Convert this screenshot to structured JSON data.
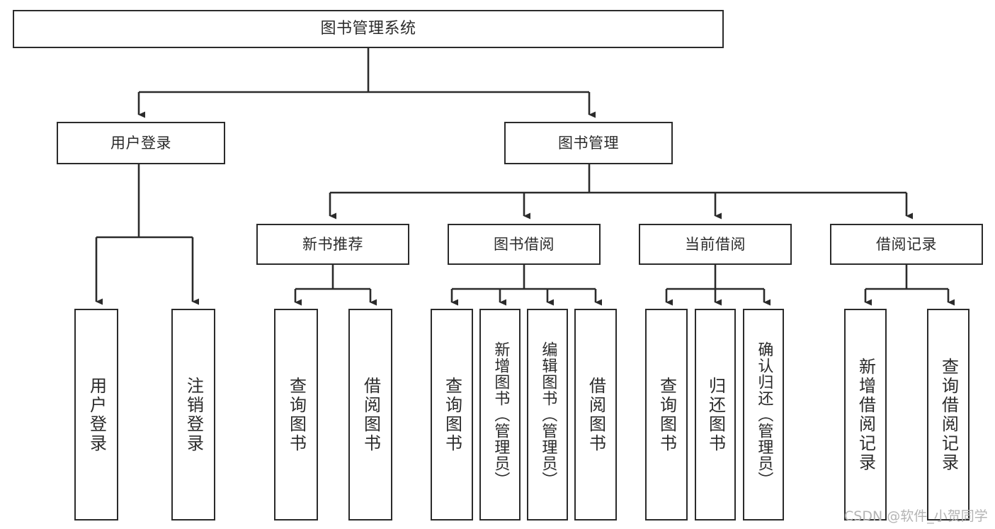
{
  "diagram": {
    "title": "图书管理系统",
    "type": "tree-hierarchy",
    "watermark": "CSDN @软件_小贺同学",
    "colors": {
      "stroke": "#2b2b2b",
      "fill": "#ffffff",
      "background": "#ffffff",
      "watermark": "#b4b4b4"
    },
    "nodes": {
      "root": {
        "label": "图书管理系统"
      },
      "level2": [
        {
          "id": "user-login",
          "label": "用户登录"
        },
        {
          "id": "book-manage",
          "label": "图书管理"
        }
      ],
      "level3": [
        {
          "id": "new-book-recommend",
          "label": "新书推荐"
        },
        {
          "id": "book-borrow",
          "label": "图书借阅"
        },
        {
          "id": "current-borrow",
          "label": "当前借阅"
        },
        {
          "id": "borrow-record",
          "label": "借阅记录"
        }
      ],
      "leaves": {
        "user-login": [
          {
            "id": "leaf-user-login",
            "label": "用户登录"
          },
          {
            "id": "leaf-logout-login",
            "label": "注销登录"
          }
        ],
        "new-book-recommend": [
          {
            "id": "leaf-query-book-1",
            "label": "查询图书"
          },
          {
            "id": "leaf-borrow-book-1",
            "label": "借阅图书"
          }
        ],
        "book-borrow": [
          {
            "id": "leaf-query-book-2",
            "label": "查询图书"
          },
          {
            "id": "leaf-add-book",
            "label": "新增图书（管理员）"
          },
          {
            "id": "leaf-edit-book",
            "label": "编辑图书（管理员）"
          },
          {
            "id": "leaf-borrow-book-2",
            "label": "借阅图书"
          }
        ],
        "current-borrow": [
          {
            "id": "leaf-query-book-3",
            "label": "查询图书"
          },
          {
            "id": "leaf-return-book",
            "label": "归还图书"
          },
          {
            "id": "leaf-confirm-return",
            "label": "确认归还（管理员）"
          }
        ],
        "borrow-record": [
          {
            "id": "leaf-add-record",
            "label": "新增借阅记录"
          },
          {
            "id": "leaf-query-record",
            "label": "查询借阅记录"
          }
        ]
      }
    }
  }
}
